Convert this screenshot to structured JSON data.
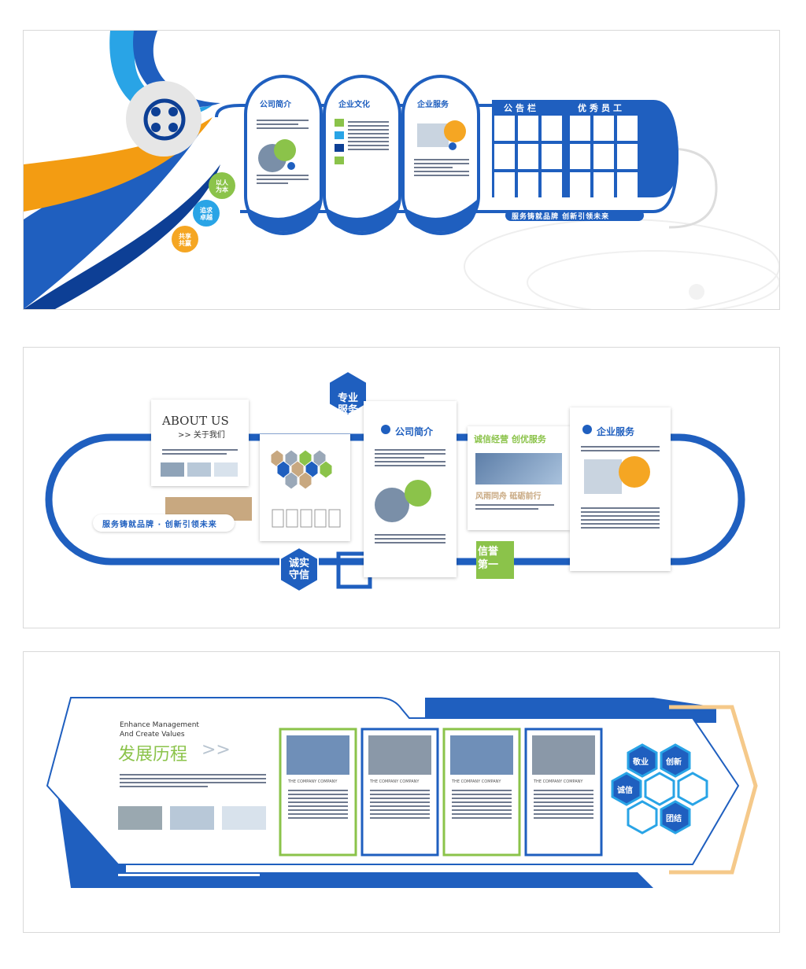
{
  "panel1": {
    "badge_people": "以人为本",
    "badge_pursuit": "追求卓越",
    "badge_share": "共享共赢",
    "card1_title": "公司简介",
    "card2_title": "企业文化",
    "card3_title": "企业服务",
    "board_left_title": "公告栏",
    "board_right_title": "优秀员工",
    "slogan": "服务铸就品牌  创新引领未来"
  },
  "panel2": {
    "about_title": "ABOUT US",
    "about_sub": ">> 关于我们",
    "hex_top": "专业\n服务",
    "hex_bottom": "诚实\n守信",
    "slogan": "服务铸就品牌 · 创新引领未来",
    "intro_title": "公司简介",
    "integrity_title": "诚信经营  创优服务",
    "wind_rain": "风雨同舟  砥砺前行",
    "credit_tag": "信誉\n第一",
    "service_title": "企业服务"
  },
  "panel3": {
    "en_line1": "Enhance Management",
    "en_line2": "And Create Values",
    "title": "发展历程",
    "arrows": ">>",
    "hex_labels": [
      "敬业",
      "创新",
      "诚信",
      "团结"
    ],
    "card_caption": "THE COMPANY COMPANY"
  },
  "colors": {
    "primary": "#1f5fbf",
    "dark_blue": "#0d3f95",
    "light_blue": "#29a4e6",
    "orange": "#f5a623",
    "green": "#8bc34a",
    "tan": "#c8a880"
  }
}
